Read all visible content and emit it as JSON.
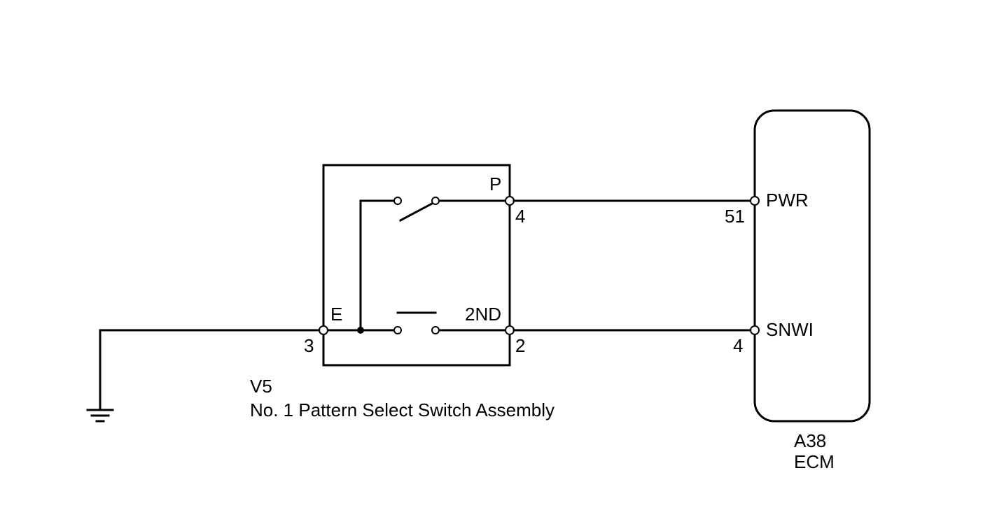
{
  "colors": {
    "line": "#000000",
    "background": "#ffffff"
  },
  "switch_assembly": {
    "code": "V5",
    "name": "No. 1 Pattern Select Switch Assembly",
    "terminal_labels": {
      "p": "P",
      "second": "2ND",
      "e": "E"
    },
    "pin_numbers": {
      "p": "4",
      "second": "2",
      "e": "3"
    }
  },
  "ecm": {
    "code": "A38",
    "name": "ECM",
    "terminal_labels": {
      "pwr": "PWR",
      "snwi": "SNWI"
    },
    "pin_numbers": {
      "pwr": "51",
      "snwi": "4"
    }
  },
  "icons": {
    "ground": "ground-symbol-icon",
    "switch_p": "open-switch-icon",
    "switch_2nd": "pushbutton-switch-icon"
  }
}
